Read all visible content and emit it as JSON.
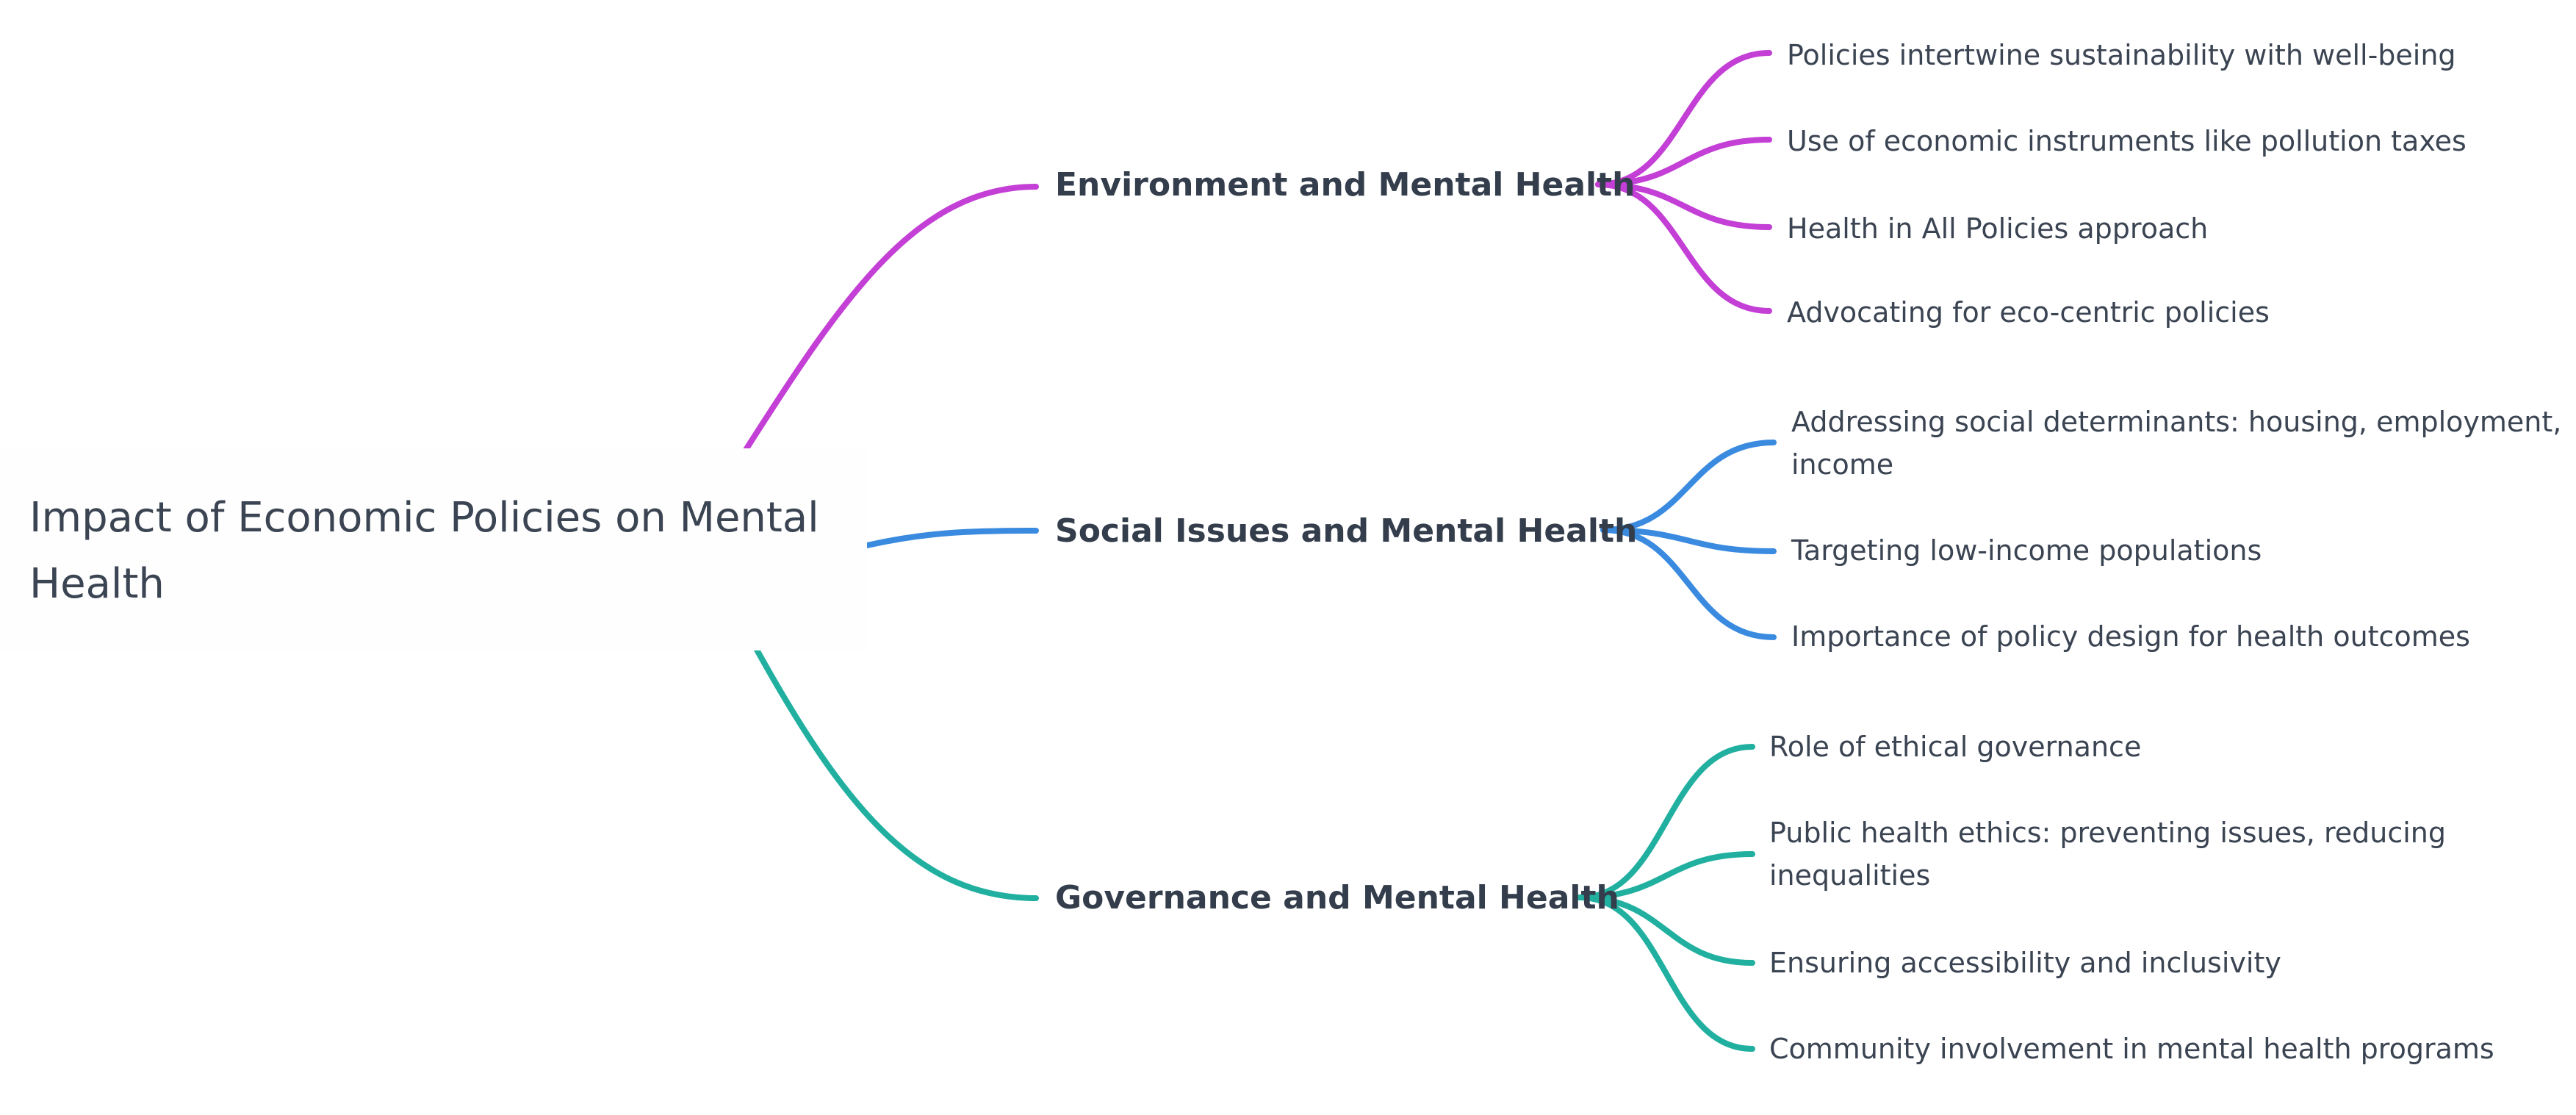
{
  "root": {
    "title": "Impact of Economic Policies on Mental Health"
  },
  "colors": {
    "environment": "#c33fd6",
    "social": "#3a8be0",
    "governance": "#21b0a0",
    "text": "#3b4452"
  },
  "branches": [
    {
      "key": "environment",
      "label": "Environment and Mental Health",
      "leaves": [
        "Policies intertwine sustainability with well-being",
        "Use of economic instruments like pollution taxes",
        "Health in All Policies approach",
        "Advocating for eco-centric policies"
      ]
    },
    {
      "key": "social",
      "label": "Social Issues and Mental Health",
      "leaves": [
        "Addressing social determinants: housing, employment, income",
        "Targeting low-income populations",
        "Importance of policy design for health outcomes"
      ]
    },
    {
      "key": "governance",
      "label": "Governance and Mental Health",
      "leaves": [
        "Role of ethical governance",
        "Public health ethics: preventing issues, reducing inequalities",
        "Ensuring accessibility and inclusivity",
        "Community involvement in mental health programs"
      ]
    }
  ]
}
